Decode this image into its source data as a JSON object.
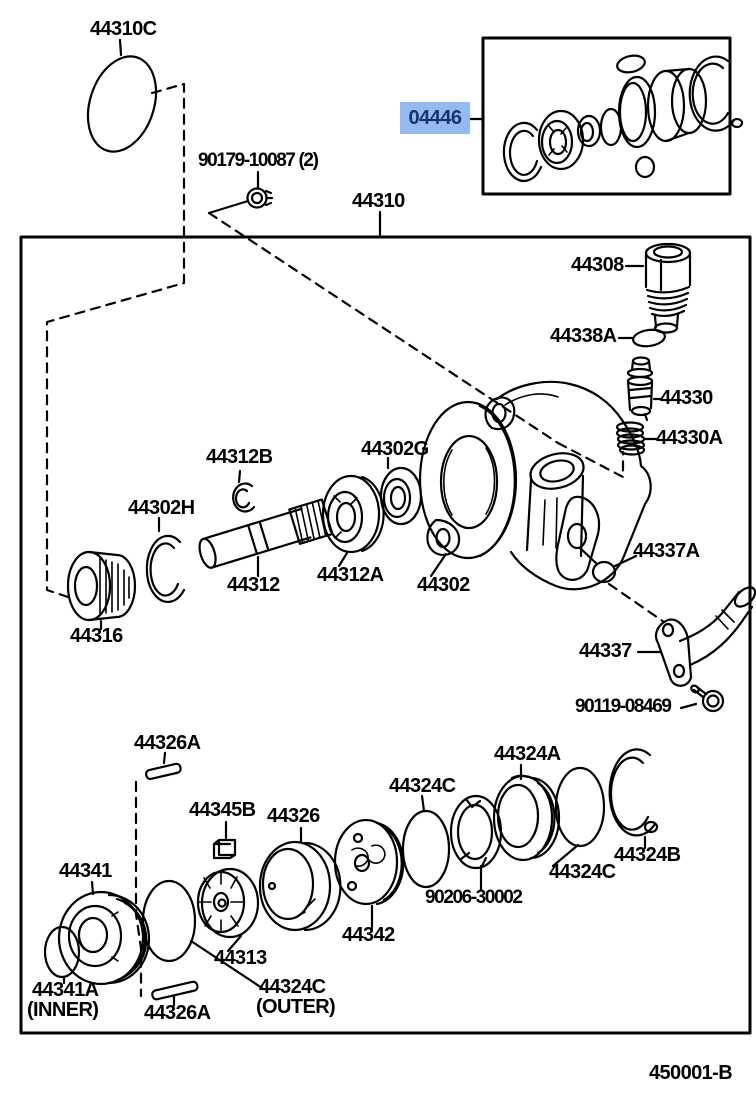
{
  "doc": {
    "code": "450001-B",
    "background": "#FFFFFF",
    "line_color": "#000000",
    "highlight_bg": "#94BAF0",
    "highlight_text": "#16356E"
  },
  "labels": {
    "l44310c": "44310C",
    "nut": "90179-10087 (2)",
    "l44310": "44310",
    "kit": "04446",
    "l44308": "44308",
    "l44338a": "44338A",
    "l44330": "44330",
    "l44330a": "44330A",
    "l44302g": "44302G",
    "l44312b": "44312B",
    "l44302h": "44302H",
    "l44312": "44312",
    "l44312a": "44312A",
    "l44302": "44302",
    "l44337a": "44337A",
    "l44316": "44316",
    "l44337": "44337",
    "bolt": "90119-08469",
    "l44326a_top": "44326A",
    "l44345b": "44345B",
    "l44326": "44326",
    "l44324a": "44324A",
    "l44324c_mid": "44324C",
    "l44324c_right": "44324C",
    "l44324b": "44324B",
    "plate": "90206-30002",
    "l44341": "44341",
    "l44342": "44342",
    "l44313": "44313",
    "l44341a": "44341A",
    "l44341a_sub": "(INNER)",
    "l44326a_bot": "44326A",
    "l44324c_outer": "44324C",
    "l44324c_outer_sub": "(OUTER)",
    "doc_code": "450001-B"
  }
}
